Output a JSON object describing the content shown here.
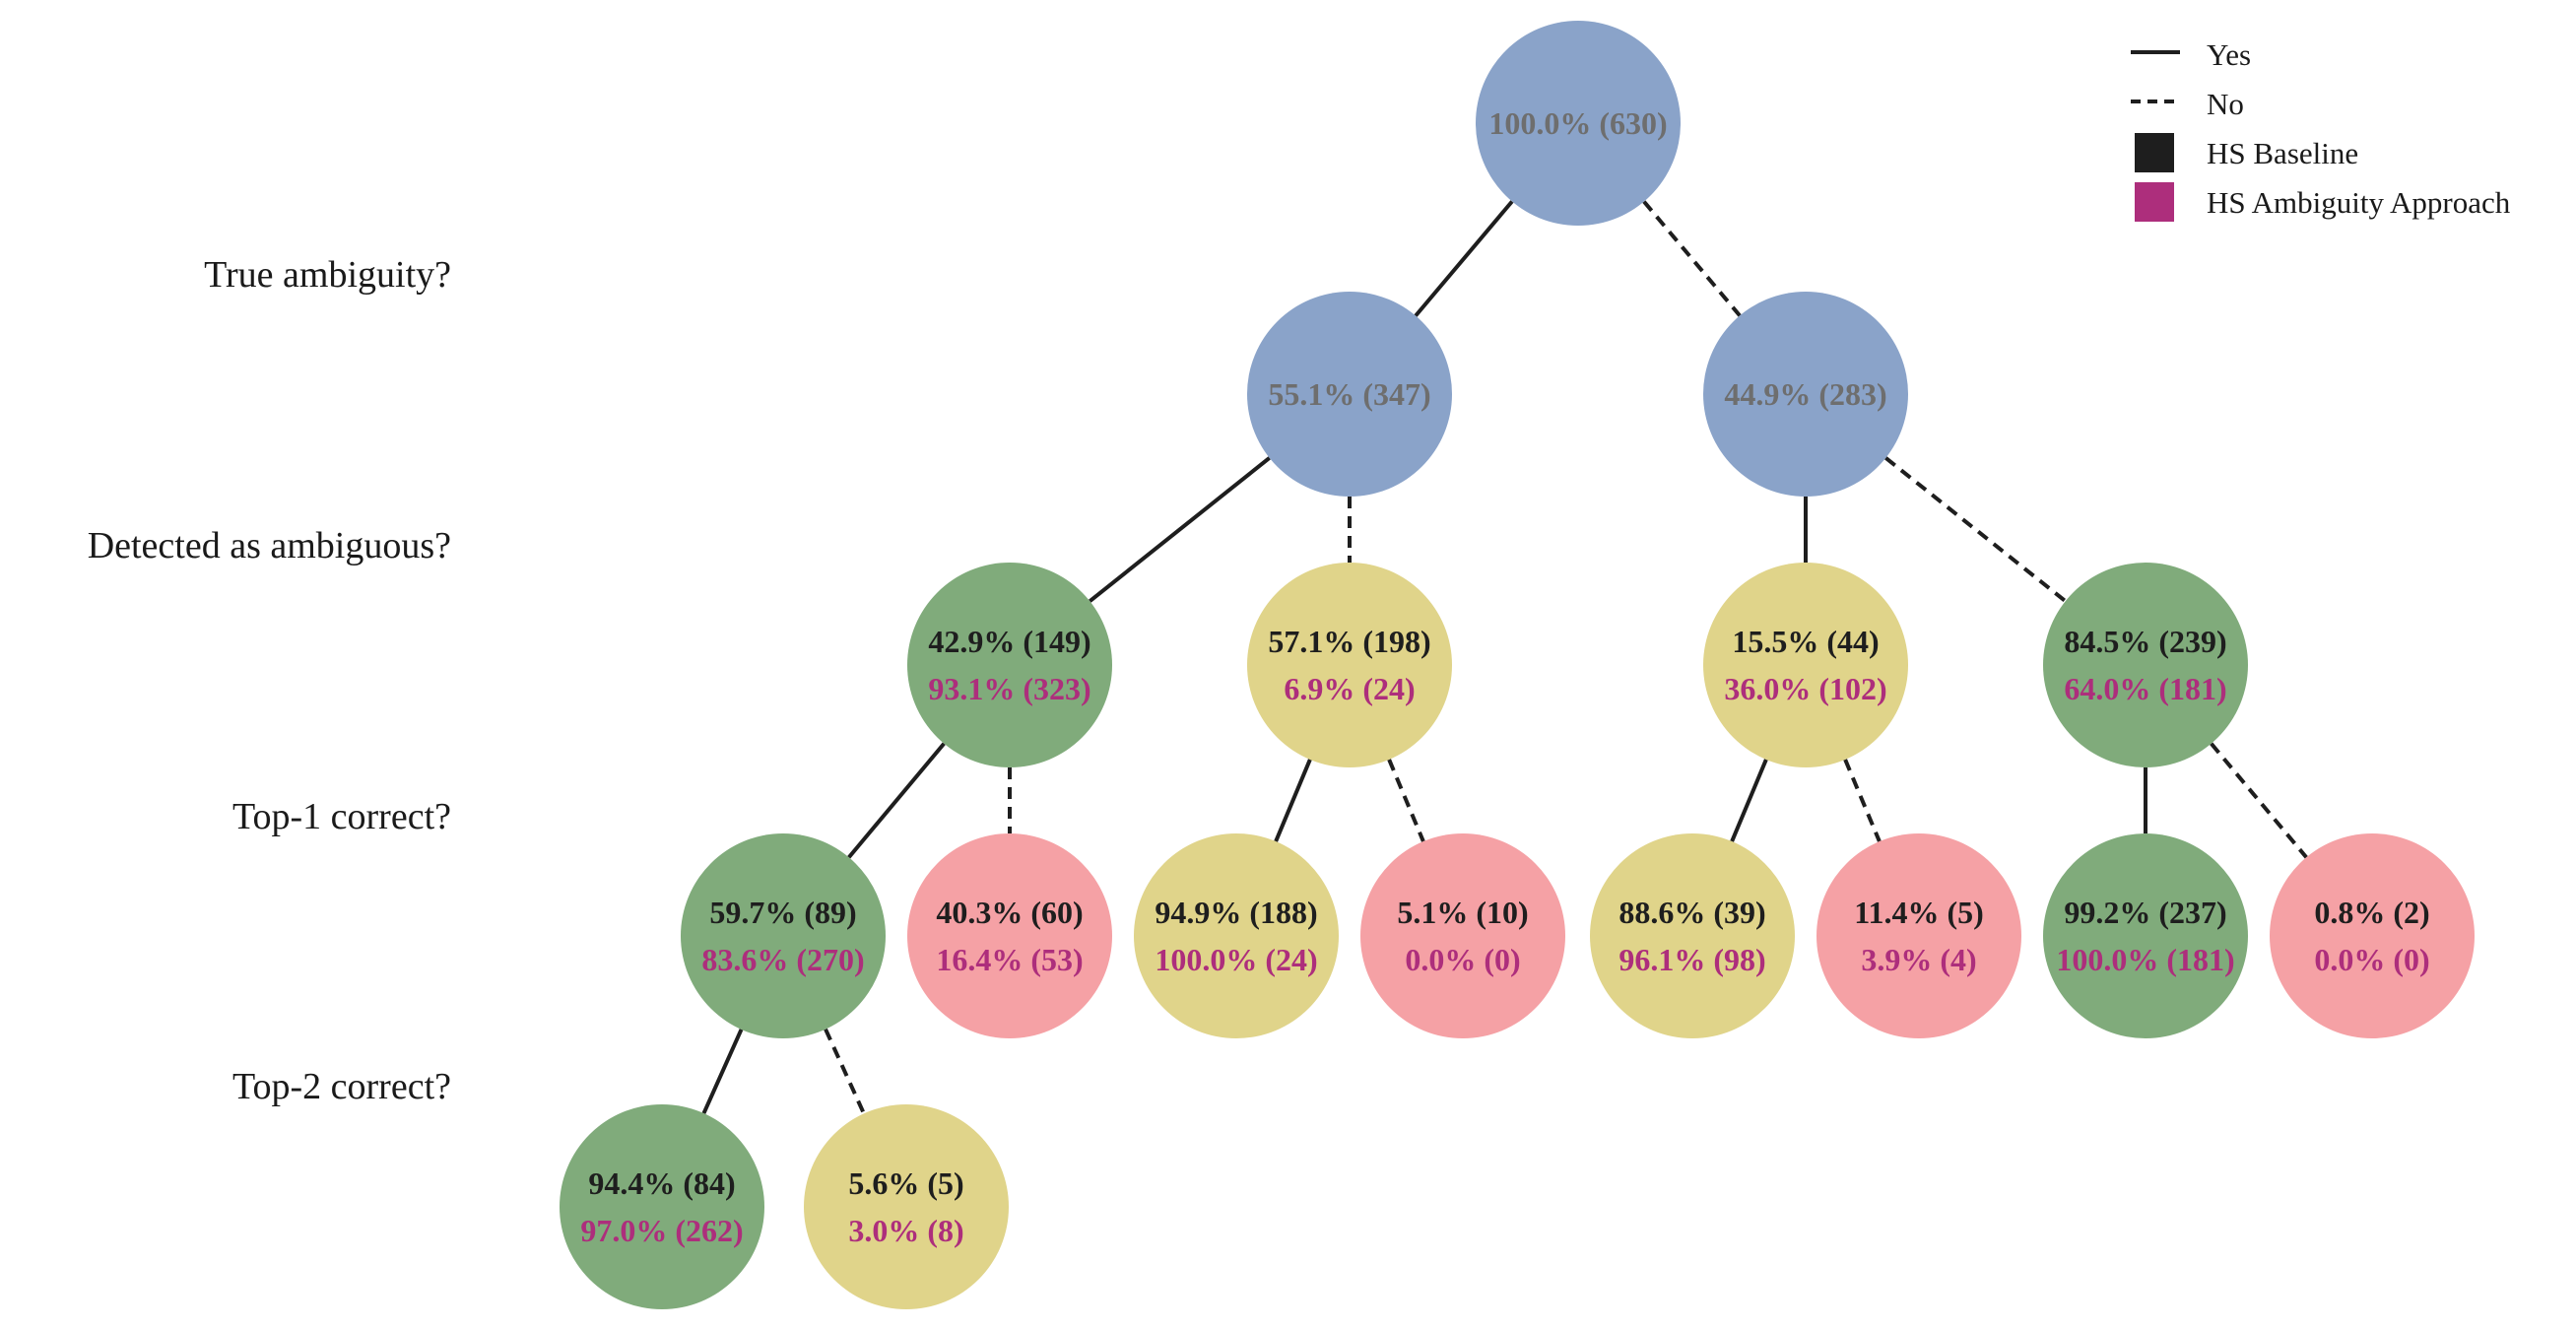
{
  "colors": {
    "blue": "#8aa3c9",
    "green": "#80ab7b",
    "yellow": "#e0d48a",
    "red": "#f5a1a5",
    "baseline": "#1e1e1e",
    "ambiguity": "#ad2e7c",
    "grey_text": "#6e6e6e",
    "edge": "#1e1e1e"
  },
  "row_labels": {
    "true_ambiguity": "True ambiguity?",
    "detected": "Detected as ambiguous?",
    "top1": "Top-1 correct?",
    "top2": "Top-2 correct?"
  },
  "legend": {
    "yes": "Yes",
    "no": "No",
    "baseline": "HS Baseline",
    "ambiguity": "HS Ambiguity Approach"
  },
  "nodes": [
    {
      "id": "root",
      "color": "blue",
      "single": "100.0% (630)"
    },
    {
      "id": "amb_yes",
      "color": "blue",
      "single": "55.1% (347)"
    },
    {
      "id": "amb_no",
      "color": "blue",
      "single": "44.9% (283)"
    },
    {
      "id": "ay_det_yes",
      "color": "green",
      "baseline": "42.9% (149)",
      "ambiguity": "93.1% (323)"
    },
    {
      "id": "ay_det_no",
      "color": "yellow",
      "baseline": "57.1% (198)",
      "ambiguity": "6.9% (24)"
    },
    {
      "id": "an_det_yes",
      "color": "yellow",
      "baseline": "15.5% (44)",
      "ambiguity": "36.0% (102)"
    },
    {
      "id": "an_det_no",
      "color": "green",
      "baseline": "84.5% (239)",
      "ambiguity": "64.0% (181)"
    },
    {
      "id": "n1_t1_yes",
      "color": "green",
      "baseline": "59.7% (89)",
      "ambiguity": "83.6% (270)"
    },
    {
      "id": "n1_t1_no",
      "color": "red",
      "baseline": "40.3% (60)",
      "ambiguity": "16.4% (53)"
    },
    {
      "id": "n2_t1_yes",
      "color": "yellow",
      "baseline": "94.9% (188)",
      "ambiguity": "100.0% (24)"
    },
    {
      "id": "n2_t1_no",
      "color": "red",
      "baseline": "5.1% (10)",
      "ambiguity": "0.0% (0)"
    },
    {
      "id": "n3_t1_yes",
      "color": "yellow",
      "baseline": "88.6% (39)",
      "ambiguity": "96.1% (98)"
    },
    {
      "id": "n3_t1_no",
      "color": "red",
      "baseline": "11.4% (5)",
      "ambiguity": "3.9% (4)"
    },
    {
      "id": "n4_t1_yes",
      "color": "green",
      "baseline": "99.2% (237)",
      "ambiguity": "100.0% (181)"
    },
    {
      "id": "n4_t1_no",
      "color": "red",
      "baseline": "0.8% (2)",
      "ambiguity": "0.0% (0)"
    },
    {
      "id": "t2_yes",
      "color": "green",
      "baseline": "94.4% (84)",
      "ambiguity": "97.0% (262)"
    },
    {
      "id": "t2_no",
      "color": "yellow",
      "baseline": "5.6% (5)",
      "ambiguity": "3.0% (8)"
    }
  ],
  "edges": [
    {
      "from": "root",
      "to": "amb_yes",
      "type": "yes"
    },
    {
      "from": "root",
      "to": "amb_no",
      "type": "no"
    },
    {
      "from": "amb_yes",
      "to": "ay_det_yes",
      "type": "yes"
    },
    {
      "from": "amb_yes",
      "to": "ay_det_no",
      "type": "no"
    },
    {
      "from": "amb_no",
      "to": "an_det_yes",
      "type": "yes"
    },
    {
      "from": "amb_no",
      "to": "an_det_no",
      "type": "no"
    },
    {
      "from": "ay_det_yes",
      "to": "n1_t1_yes",
      "type": "yes"
    },
    {
      "from": "ay_det_yes",
      "to": "n1_t1_no",
      "type": "no"
    },
    {
      "from": "ay_det_no",
      "to": "n2_t1_yes",
      "type": "yes"
    },
    {
      "from": "ay_det_no",
      "to": "n2_t1_no",
      "type": "no"
    },
    {
      "from": "an_det_yes",
      "to": "n3_t1_yes",
      "type": "yes"
    },
    {
      "from": "an_det_yes",
      "to": "n3_t1_no",
      "type": "no"
    },
    {
      "from": "an_det_no",
      "to": "n4_t1_yes",
      "type": "yes"
    },
    {
      "from": "an_det_no",
      "to": "n4_t1_no",
      "type": "no"
    },
    {
      "from": "n1_t1_yes",
      "to": "t2_yes",
      "type": "yes"
    },
    {
      "from": "n1_t1_yes",
      "to": "t2_no",
      "type": "no"
    }
  ]
}
